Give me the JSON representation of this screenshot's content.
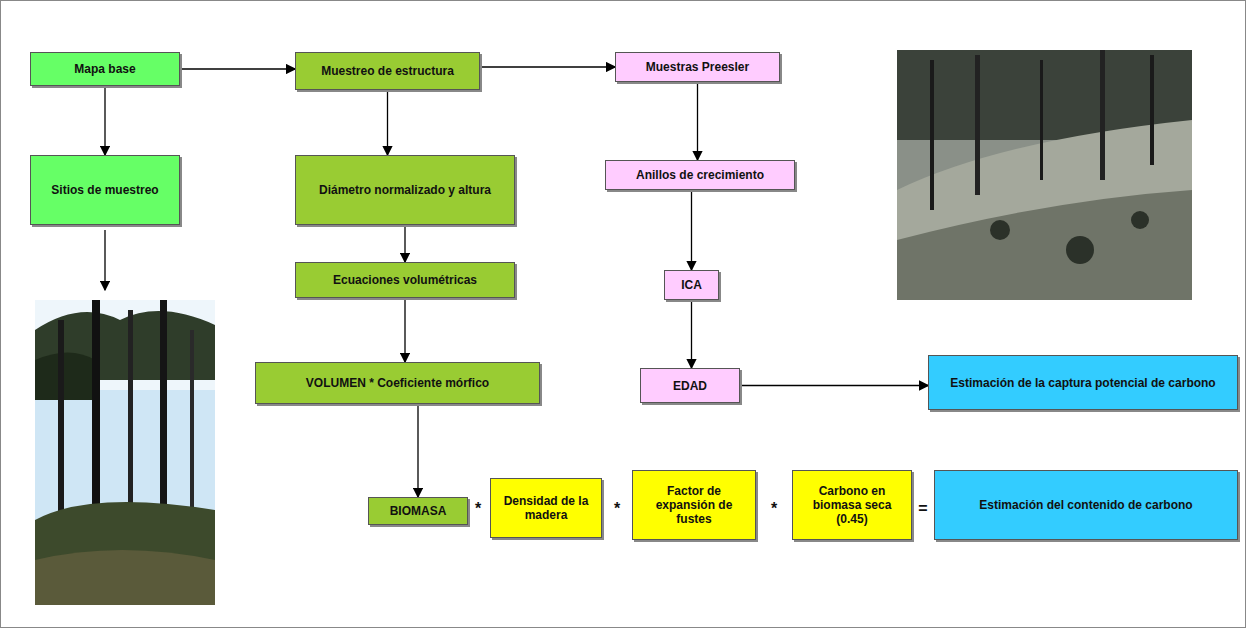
{
  "diagram": {
    "nodes": [
      {
        "text": [
          "Mapa base"
        ]
      },
      {
        "text": [
          "Muestreo de estructura"
        ]
      },
      {
        "text": [
          "Muestras Preesler"
        ]
      },
      {
        "text": [
          "Sitios de muestreo"
        ]
      },
      {
        "text": [
          "Diámetro normalizado y altura"
        ]
      },
      {
        "text": [
          "Anillos de crecimiento"
        ]
      },
      {
        "text": [
          "Ecuaciones volumétricas"
        ]
      },
      {
        "text": [
          "ICA"
        ]
      },
      {
        "text": [
          "VOLUMEN * Coeficiente mórfico"
        ]
      },
      {
        "text": [
          "EDAD"
        ]
      },
      {
        "text": [
          "Estimación de la captura potencial de carbono"
        ]
      },
      {
        "text": [
          "BIOMASA"
        ]
      },
      {
        "text": [
          "Densidad de la madera"
        ]
      },
      {
        "text": [
          "Factor de expansión de fustes"
        ]
      },
      {
        "text": [
          "Carbono en biomasa seca (0.45)"
        ]
      },
      {
        "text": [
          "Estimación del contenido de carbono"
        ]
      }
    ],
    "edges": [
      {
        "from": 0,
        "to": 1,
        "arrow": "to"
      },
      {
        "from": 1,
        "to": 2,
        "arrow": "to"
      },
      {
        "from": 0,
        "to": 3,
        "arrow": "to"
      },
      {
        "from": 1,
        "to": 4,
        "arrow": "to"
      },
      {
        "from": 2,
        "to": 5,
        "arrow": "to"
      },
      {
        "from": 4,
        "to": 6,
        "arrow": "to"
      },
      {
        "from": 5,
        "to": 7,
        "arrow": "to"
      },
      {
        "from": 6,
        "to": 8,
        "arrow": "to"
      },
      {
        "from": 7,
        "to": 9,
        "arrow": "to"
      },
      {
        "from": 8,
        "to": 11,
        "arrow": "to"
      },
      {
        "from": 9,
        "to": 10,
        "arrow": "to"
      }
    ],
    "labels": [
      "*",
      "*",
      "*",
      "="
    ]
  }
}
